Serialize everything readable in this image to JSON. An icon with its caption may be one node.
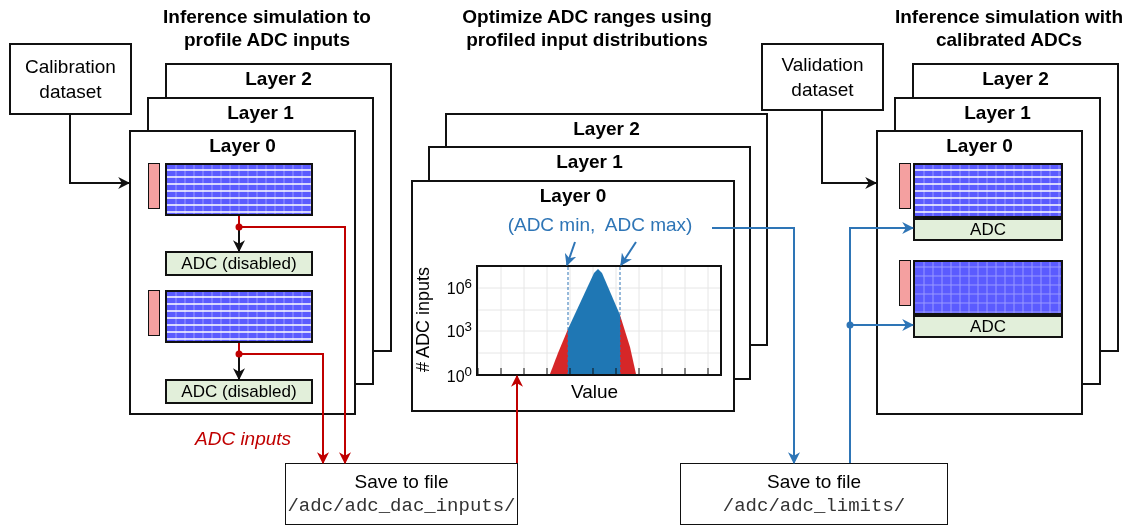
{
  "diagram": {
    "nodes": [
      {
        "text": [
          "Calibration dataset"
        ]
      },
      {
        "text": [
          "Layer 2"
        ]
      },
      {
        "text": [
          "Layer 1"
        ]
      },
      {
        "text": [
          "Layer 0"
        ]
      },
      {
        "text": [],
        "shape": "box",
        "in": 3
      },
      {
        "text": [
          "ADC (disabled)"
        ],
        "in": 3
      },
      {
        "text": [],
        "shape": "box",
        "in": 3
      },
      {
        "text": [
          "ADC (disabled)"
        ],
        "in": 3
      },
      {
        "text": [
          "Layer 2"
        ]
      },
      {
        "text": [
          "Layer 1"
        ]
      },
      {
        "text": [
          "Layer 0"
        ]
      },
      {
        "text": [
          "(ADC min,  ADC max)"
        ],
        "in": 10
      },
      {
        "text": [],
        "shape": "box",
        "in": 10
      },
      {
        "text": [
          "Save to file",
          "/adc/adc_dac_inputs/"
        ]
      },
      {
        "text": [
          "Validation dataset"
        ]
      },
      {
        "text": [
          "Layer 2"
        ]
      },
      {
        "text": [
          "Layer 1"
        ]
      },
      {
        "text": [
          "Layer 0"
        ]
      },
      {
        "text": [],
        "shape": "box",
        "in": 17
      },
      {
        "text": [
          "ADC"
        ],
        "in": 17
      },
      {
        "text": [],
        "shape": "box",
        "in": 17
      },
      {
        "text": [
          "ADC"
        ],
        "in": 17
      },
      {
        "text": [
          "Save to file",
          "/adc/adc_limits/"
        ]
      }
    ],
    "edges": [
      {
        "from": 0,
        "to": 3,
        "arrow": "to",
        "color": "#111111"
      },
      {
        "from": 4,
        "to": 5,
        "arrow": "to",
        "color": "#111111"
      },
      {
        "from": 6,
        "to": 7,
        "arrow": "to",
        "color": "#111111"
      },
      {
        "from": 4,
        "to": 13,
        "arrow": "to",
        "color": "#c00000"
      },
      {
        "from": 6,
        "to": 13,
        "arrow": "to",
        "color": "#c00000"
      },
      {
        "from": 13,
        "to": 12,
        "arrow": "to",
        "color": "#c00000"
      },
      {
        "from": 11,
        "to": 12,
        "arrow": "to",
        "color": "#2e75b6"
      },
      {
        "from": 11,
        "to": 12,
        "arrow": "to",
        "color": "#2e75b6"
      },
      {
        "from": 11,
        "to": 22,
        "arrow": "to",
        "color": "#2e75b6"
      },
      {
        "from": 14,
        "to": 17,
        "arrow": "to",
        "color": "#111111"
      },
      {
        "from": 22,
        "to": 19,
        "arrow": "to",
        "color": "#2e75b6"
      },
      {
        "from": 22,
        "to": 21,
        "arrow": "to",
        "color": "#2e75b6"
      }
    ],
    "labels": [
      "Inference simulation to profile ADC inputs",
      "Optimize ADC ranges using profiled input distributions",
      "Inference simulation with calibrated ADCs",
      "10$^{6}$",
      "10$^{3}$",
      "10$^{0}$",
      "# ADC inputs",
      "Value",
      "ADC inputs"
    ]
  }
}
